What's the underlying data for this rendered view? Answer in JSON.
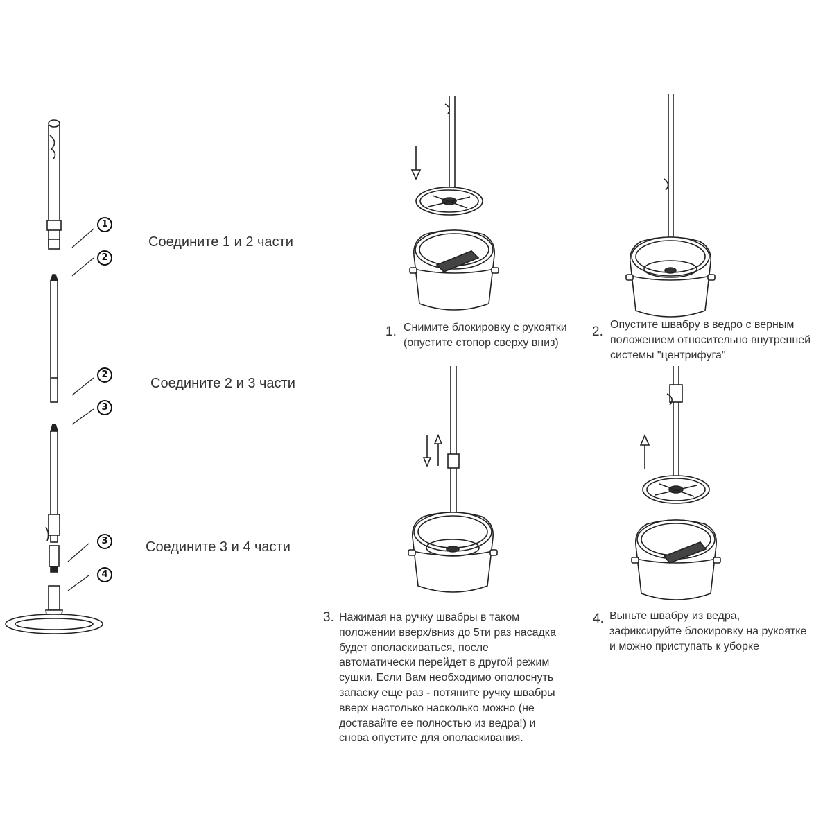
{
  "assembly": {
    "connect_1_2": "Соедините 1 и 2 части",
    "connect_2_3": "Соедините 2 и 3 части",
    "connect_3_4": "Соедините 3 и 4 части",
    "parts": [
      "1",
      "2",
      "2",
      "3",
      "3",
      "4"
    ]
  },
  "steps": [
    {
      "number": "1.",
      "text": "Снимите блокировку с рукоятки\n(опустите стопор сверху вниз)"
    },
    {
      "number": "2.",
      "text": "Опустите швабру в ведро с верным\nположением относительно внутренней\nсистемы \"центрифуга\""
    },
    {
      "number": "3.",
      "text": "Нажимая на ручку швабры в таком\nположении вверх/вниз до 5ти раз насадка\nбудет ополаскиваться, после\nавтоматически перейдет в другой режим\nсушки. Если Вам необходимо ополоснуть\nзапаску еще раз - потяните ручку швабры\nвверх настолько насколько можно (не\nдоставайте ее полностью из ведра!) и\nснова опустите для ополаскивания."
    },
    {
      "number": "4.",
      "text": "Выньте швабру из ведра,\nзафиксируйте блокировку на рукоятке\nи можно приступать к уборке"
    }
  ]
}
